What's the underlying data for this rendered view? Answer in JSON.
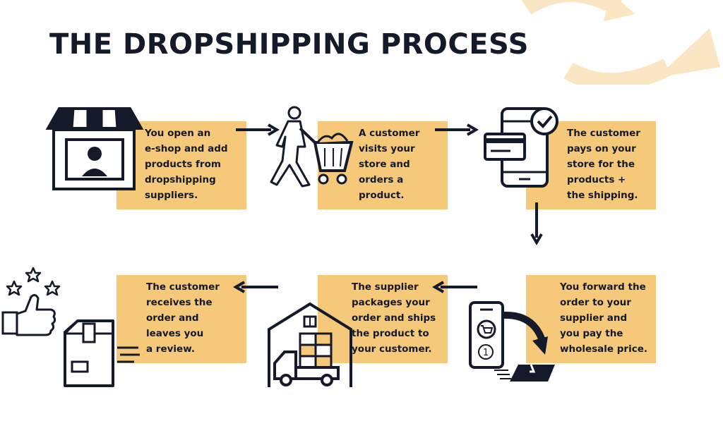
{
  "title": "THE DROPSHIPPING PROCESS",
  "steps": [
    {
      "text": "You open an\ne-shop and add\nproducts from\ndropshipping\nsuppliers.",
      "icon": "storefront-icon"
    },
    {
      "text": "A customer\nvisits your\nstore and\norders a\nproduct.",
      "icon": "shopping-cart-icon"
    },
    {
      "text": "The customer\npays on your\nstore for the\nproducts +\nthe shipping.",
      "icon": "mobile-payment-icon"
    },
    {
      "text": "You forward the\norder to your\nsupplier and\nyou pay the\nwholesale price.",
      "icon": "phone-forward-order-icon"
    },
    {
      "text": "The supplier\npackages your\norder and ships\nthe product to\nyour customer.",
      "icon": "warehouse-truck-icon"
    },
    {
      "text": "The customer\nreceives the\norder and\nleaves you\na review.",
      "icon": "review-delivery-icon"
    }
  ],
  "colors": {
    "box": "#f6c97a",
    "ink": "#141a2a",
    "deco": "#fbe6c4"
  }
}
